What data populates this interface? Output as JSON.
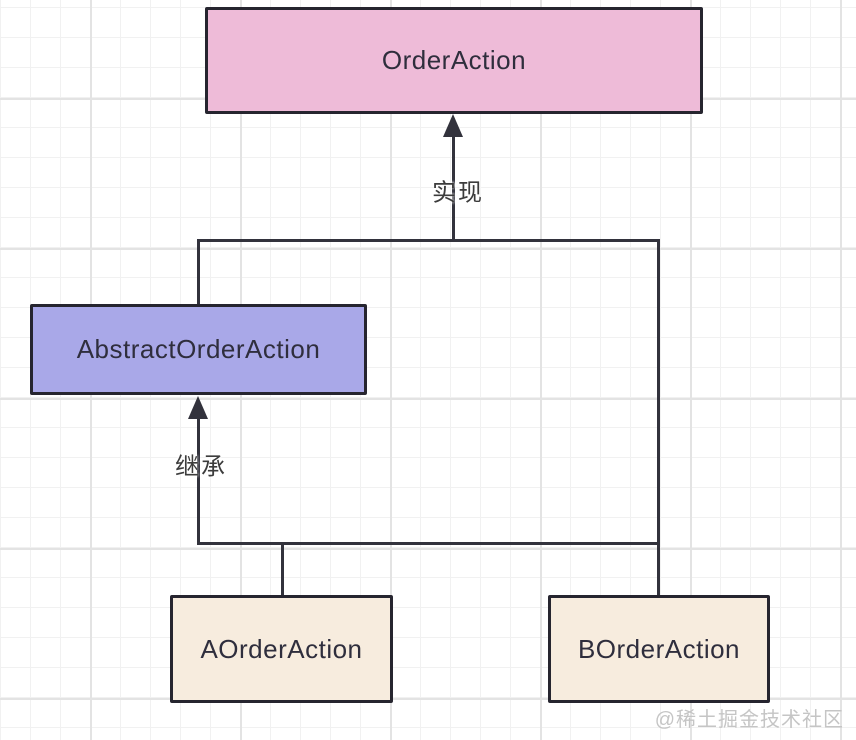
{
  "diagram": {
    "nodes": {
      "order_action": {
        "label": "OrderAction",
        "fill": "#eebbd8"
      },
      "abstract_order_action": {
        "label": "AbstractOrderAction",
        "fill": "#a9a8e8"
      },
      "a_order_action": {
        "label": "AOrderAction",
        "fill": "#f7ecde"
      },
      "b_order_action": {
        "label": "BOrderAction",
        "fill": "#f7ecde"
      }
    },
    "edges": {
      "implement": {
        "label": "实现",
        "arrow_to": "OrderAction"
      },
      "inherit": {
        "label": "继承",
        "arrow_to": "AbstractOrderAction"
      }
    }
  },
  "colors": {
    "node-pink": "#eebbd8",
    "node-purple": "#a9a8e8",
    "node-cream": "#f7ecde",
    "line": "#32323c",
    "node-border": "#26252f",
    "node-text": "#2f2e3d",
    "edge-label-text": "#3c3c3c",
    "grid-minor": "#f1f1f1",
    "grid-major": "#e3e3e3",
    "watermark-text": "#c5c5c5"
  },
  "watermark": {
    "text": "@稀土掘金技术社区"
  }
}
